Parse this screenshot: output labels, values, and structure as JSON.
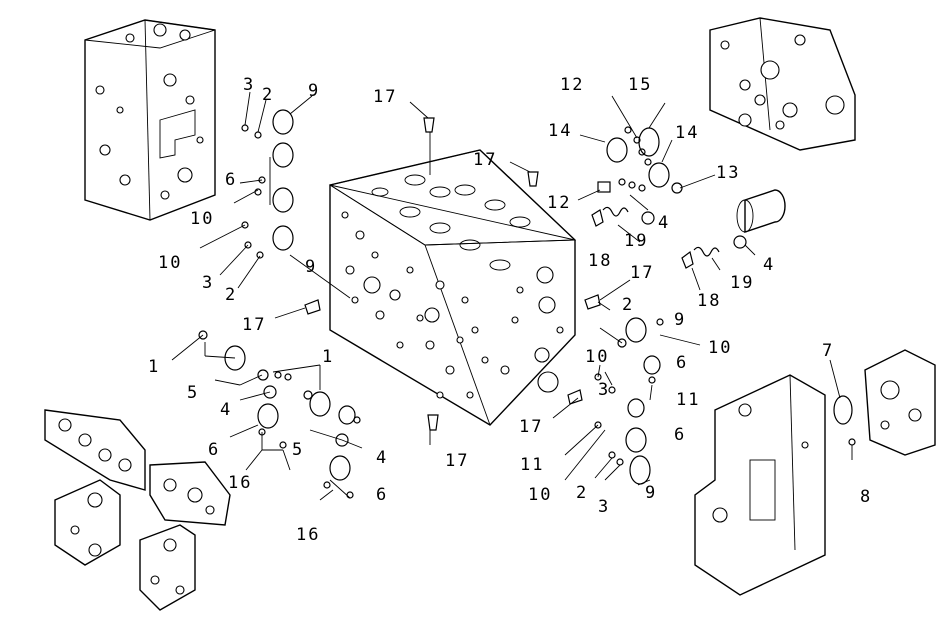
{
  "callouts": {
    "c1a": "1",
    "c1b": "1",
    "c2a": "2",
    "c2b": "2",
    "c2c": "2",
    "c2d": "2",
    "c3a": "3",
    "c3b": "3",
    "c3c": "3",
    "c3d": "3",
    "c4a": "4",
    "c4b": "4",
    "c4c": "4",
    "c4d": "4",
    "c5a": "5",
    "c5b": "5",
    "c6a": "6",
    "c6b": "6",
    "c6c": "6",
    "c6d": "6",
    "c6e": "6",
    "c7": "7",
    "c8": "8",
    "c9a": "9",
    "c9b": "9",
    "c9c": "9",
    "c9d": "9",
    "c10a": "10",
    "c10b": "10",
    "c10c": "10",
    "c10d": "10",
    "c10e": "10",
    "c11a": "11",
    "c11b": "11",
    "c12a": "12",
    "c12b": "12",
    "c13": "13",
    "c14a": "14",
    "c14b": "14",
    "c15": "15",
    "c16a": "16",
    "c16b": "16",
    "c17a": "17",
    "c17b": "17",
    "c17c": "17",
    "c17d": "17",
    "c17e": "17",
    "c17f": "17",
    "c18a": "18",
    "c18b": "18",
    "c19a": "19",
    "c19b": "19"
  }
}
